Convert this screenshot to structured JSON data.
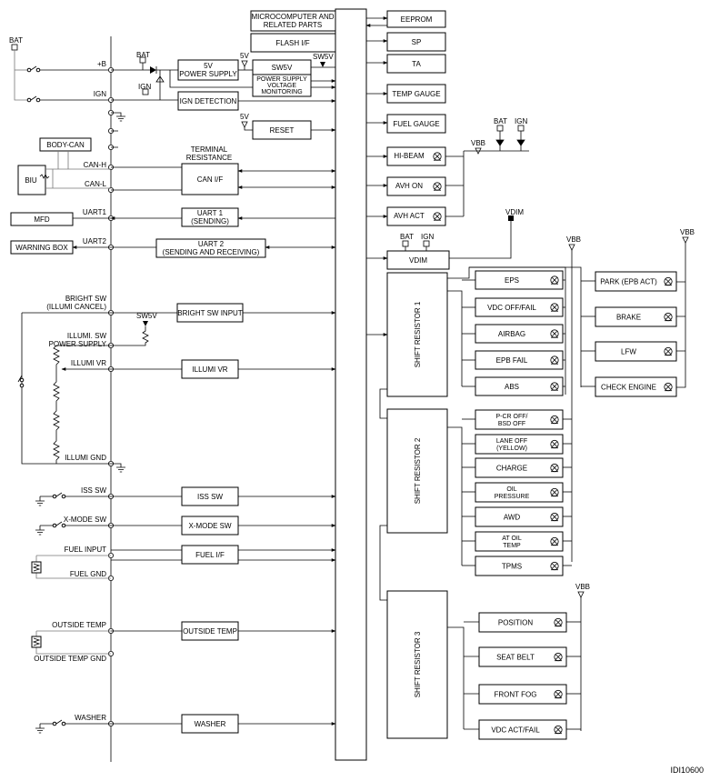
{
  "left_signals": {
    "bat": "BAT",
    "plus_b": "+B",
    "ign": "IGN",
    "body_can": "BODY-CAN",
    "biu": "BIU",
    "can_h": "CAN-H",
    "can_l": "CAN-L",
    "mfd": "MFD",
    "uart1": "UART1",
    "warning_box": "WARNING BOX",
    "uart2": "UART2",
    "bright_sw_1": "BRIGHT SW",
    "bright_sw_2": "(ILLUMI CANCEL)",
    "illumi_sw_1": "ILLUMI. SW",
    "illumi_sw_2": "POWER SUPPLY",
    "illumi_vr": "ILLUMI VR",
    "illumi_gnd": "ILLUMI GND",
    "iss_sw": "ISS SW",
    "x_mode_sw": "X-MODE SW",
    "fuel_input": "FUEL INPUT",
    "fuel_gnd": "FUEL GND",
    "outside_temp": "OUTSIDE TEMP",
    "outside_temp_gnd": "OUTSIDE TEMP GND",
    "washer": "WASHER"
  },
  "supply_labels": {
    "bat": "BAT",
    "ign": "IGN",
    "v5": "5V",
    "sw5v": "SW5V",
    "vbb": "VBB",
    "vdim": "VDIM"
  },
  "blocks": {
    "power_supply_1": "5V",
    "power_supply_2": "POWER SUPPLY",
    "sw5v": "SW5V",
    "psv_1": "POWER SUPPLY",
    "psv_2": "VOLTAGE",
    "psv_3": "MONITORING",
    "ign_detection": "IGN DETECTION",
    "reset": "RESET",
    "terminal_res_1": "TERMINAL",
    "terminal_res_2": "RESISTANCE",
    "can_if": "CAN I/F",
    "uart1_1": "UART 1",
    "uart1_2": "(SENDING)",
    "uart2_1": "UART 2",
    "uart2_2": "(SENDING AND RECEIVING)",
    "bright_sw_input": "BRIGHT SW INPUT",
    "illumi_vr": "ILLUMI VR",
    "iss_sw": "ISS SW",
    "x_mode_sw": "X-MODE SW",
    "fuel_if": "FUEL I/F",
    "outside_temp": "OUTSIDE TEMP",
    "washer": "WASHER",
    "micro_1": "MICROCOMPUTER AND",
    "micro_2": "RELATED PARTS",
    "flash_if": "FLASH I/F"
  },
  "outputs": {
    "eeprom": "EEPROM",
    "sp": "SP",
    "ta": "TA",
    "temp_gauge": "TEMP GAUGE",
    "fuel_gauge": "FUEL GAUGE",
    "hi_beam": "HI-BEAM",
    "avh_on": "AVH ON",
    "avh_act": "AVH ACT",
    "vdim": "VDIM"
  },
  "shift_resistors": [
    "SHIFT RESISTOR 1",
    "SHIFT RESISTOR 2",
    "SHIFT RESISTOR 3"
  ],
  "indicators_sr1": [
    "EPS",
    "VDC OFF/FAIL",
    "AIRBAG",
    "EPB FAIL",
    "ABS"
  ],
  "indicators_sr2": [
    "P-CR OFF/ BSD OFF",
    "LANE OFF (YELLOW)",
    "CHARGE",
    "OIL PRESSURE",
    "AWD",
    "AT OIL TEMP",
    "TPMS"
  ],
  "indicators_sr3": [
    "POSITION",
    "SEAT BELT",
    "FRONT FOG",
    "VDC ACT/FAIL"
  ],
  "indicators_right": [
    "PARK (EPB ACT)",
    "BRAKE",
    "LFW",
    "CHECK ENGINE"
  ],
  "figure_id": "IDI10600"
}
